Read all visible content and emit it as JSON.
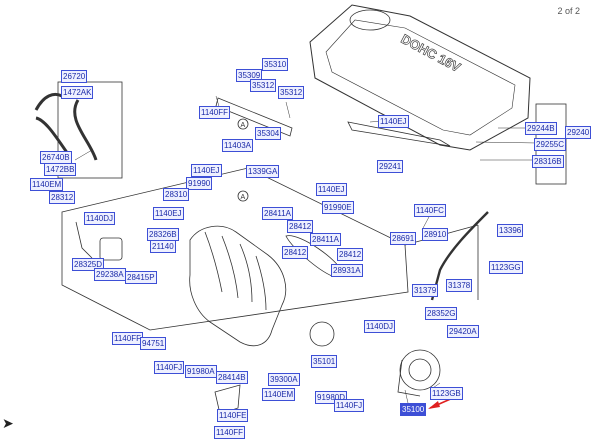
{
  "page_indicator": "2 of 2",
  "cover_text": "DOHC 16V",
  "circle_marker": "A",
  "highlight_color": "#e02020",
  "label_color": "#3d4fd6",
  "selected_part": "35100",
  "parts": {
    "p26720": "26720",
    "p1472ak": "1472AK",
    "p26740b": "26740B",
    "p1472bb": "1472BB",
    "p1140em_a": "1140EM",
    "p28312": "28312",
    "p35310": "35310",
    "p35309": "35309",
    "p35312_a": "35312",
    "p35312_b": "35312",
    "p1140ff_a": "1140FF",
    "p35304": "35304",
    "p11403a": "11403A",
    "p1140ej_a": "1140EJ",
    "p1339ga": "1339GA",
    "p91990": "91990",
    "p28310": "28310",
    "p1140ej_b": "1140EJ",
    "p91990e": "91990E",
    "p1140dj_a": "1140DJ",
    "p1140ej_c": "1140EJ",
    "p28411a_a": "28411A",
    "p28412_a": "28412",
    "p28326b": "28326B",
    "p21140": "21140",
    "p28412_b": "28412",
    "p28411a_b": "28411A",
    "p28412_c": "28412",
    "p28325d": "28325D",
    "p29238a": "29238A",
    "p28415p": "28415P",
    "p28931a": "28931A",
    "p1140ej_d": "1140EJ",
    "p29244b": "29244B",
    "p29240": "29240",
    "p29255c": "29255C",
    "p28316b": "28316B",
    "p29241": "29241",
    "p1140fc": "1140FC",
    "p28691": "28691",
    "p28910": "28910",
    "p13396": "13396",
    "p1123gg_a": "1123GG",
    "p31379": "31379",
    "p31378": "31378",
    "p28352g": "28352G",
    "p29420a": "29420A",
    "p1140dj_b": "1140DJ",
    "p1140ff_b": "1140FF",
    "p94751": "94751",
    "p1140fj": "1140FJ",
    "p91980a": "91980A",
    "p28414b": "28414B",
    "p39300a": "39300A",
    "p1140em_b": "1140EM",
    "p35101": "35101",
    "p91980d": "91980D",
    "p1140fj_b": "1140FJ",
    "p1140fe": "1140FE",
    "p1140ff_c": "1140FF",
    "p1123gb": "1123GB",
    "p35100": "35100"
  }
}
